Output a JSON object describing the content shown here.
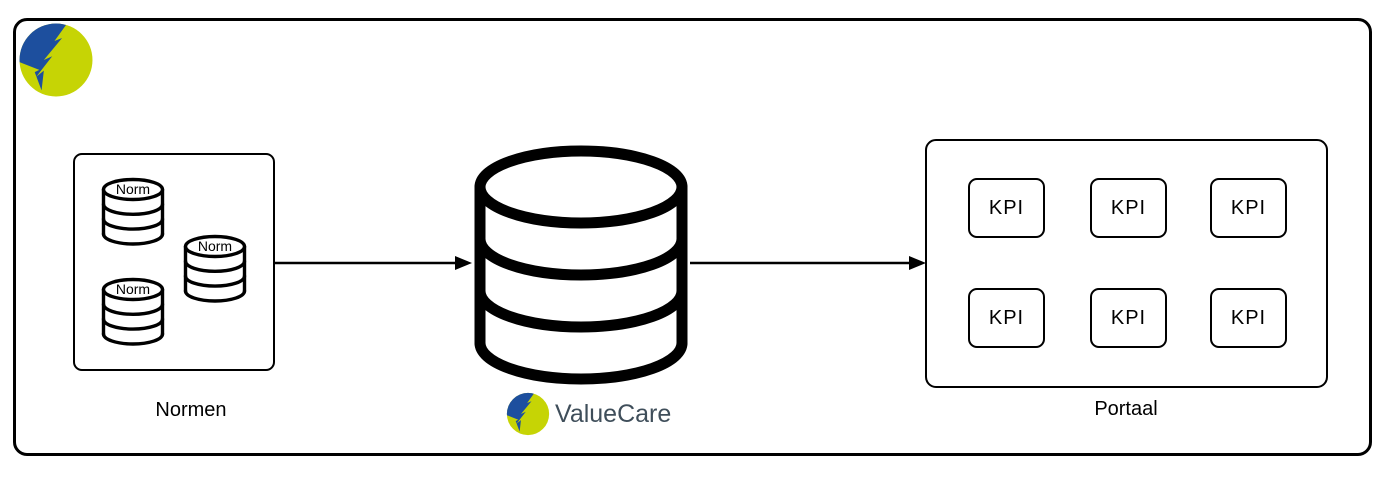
{
  "normen": {
    "label": "Normen",
    "cylinders": [
      {
        "label": "Norm"
      },
      {
        "label": "Norm"
      },
      {
        "label": "Norm"
      }
    ]
  },
  "database": {
    "brand": "ValueCare"
  },
  "portaal": {
    "label": "Portaal",
    "kpis": [
      "KPI",
      "KPI",
      "KPI",
      "KPI",
      "KPI",
      "KPI"
    ]
  },
  "colors": {
    "logo_blue": "#1d4f9e",
    "logo_yellow": "#c6d405",
    "brand_text": "#3f4e5a",
    "stroke": "#000000"
  }
}
